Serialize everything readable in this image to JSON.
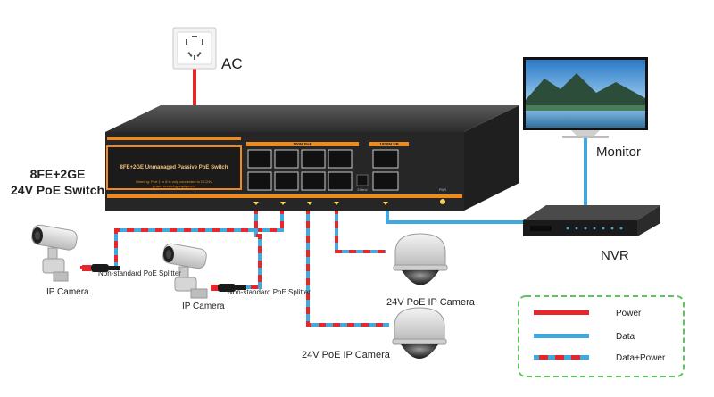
{
  "labels": {
    "ac": "AC",
    "monitor": "Monitor",
    "nvr": "NVR",
    "switch_line1": "8FE+2GE",
    "switch_line2": "24V PoE Switch",
    "ip_camera_1": "IP Camera",
    "ip_camera_2": "IP Camera",
    "splitter_1": "Non-standard PoE Splitter",
    "splitter_2": "Non-standard PoE Splitter",
    "poe_camera_1": "24V PoE IP Camera",
    "poe_camera_2": "24V PoE IP Camera"
  },
  "switch_panel": {
    "product_name": "8FE+2GE Unmanaged Passive PoE Switch",
    "warning_line1": "Warning: Port 1 to 8 is only connected to DC24V",
    "warning_line2": "power receiving equipment",
    "group_poe": "100M PoE",
    "group_uplink": "1000M UP",
    "button_label": "Extend",
    "indicator_label": "PWR"
  },
  "legend": {
    "items": [
      {
        "type": "power",
        "label": "Power"
      },
      {
        "type": "data",
        "label": "Data"
      },
      {
        "type": "data_power",
        "label": "Data+Power"
      }
    ]
  },
  "colors": {
    "power": "#e8252b",
    "data": "#3fa9e0",
    "switch_accent": "#f08a1c",
    "legend_border": "#5cc65c"
  }
}
